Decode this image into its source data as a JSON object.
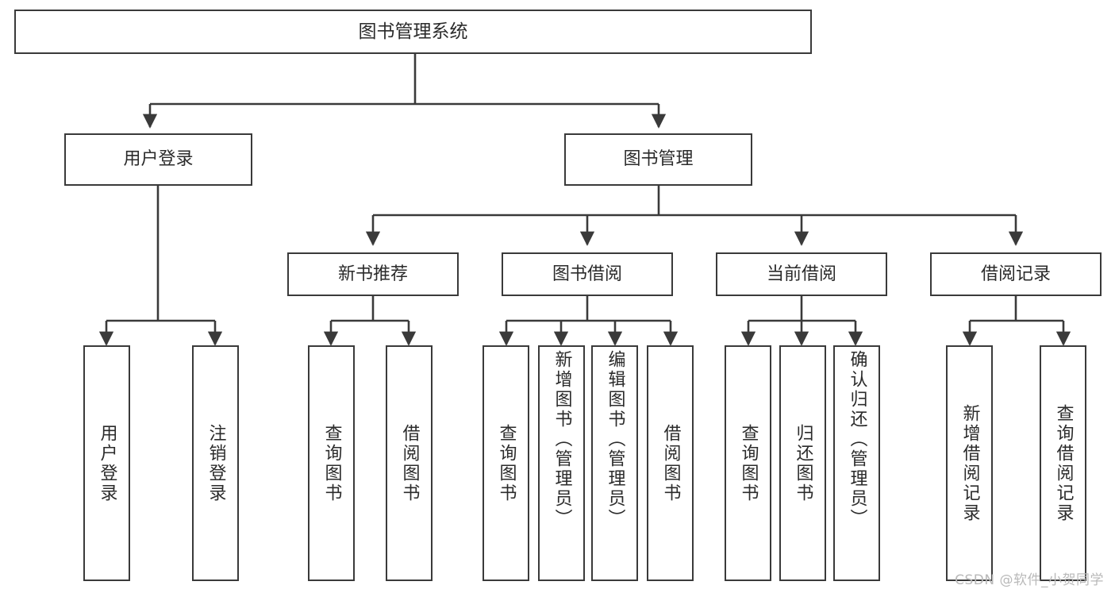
{
  "diagram": {
    "type": "tree",
    "title": "图书管理系统",
    "watermark": "CSDN @软件_小贺同学",
    "colors": {
      "box_border": "#3a3a3a",
      "box_fill": "#ffffff",
      "line": "#3a3a3a",
      "text": "#2b2b2b",
      "watermark": "#b9b9b9"
    },
    "root": {
      "label": "图书管理系统"
    },
    "level2": [
      {
        "label": "用户登录"
      },
      {
        "label": "图书管理"
      }
    ],
    "level3": [
      {
        "label": "新书推荐"
      },
      {
        "label": "图书借阅"
      },
      {
        "label": "当前借阅"
      },
      {
        "label": "借阅记录"
      }
    ],
    "leaves": {
      "user_login": [
        {
          "label": "用户登录"
        },
        {
          "label": "注销登录"
        }
      ],
      "new_book_recommend": [
        {
          "label": "查询图书"
        },
        {
          "label": "借阅图书"
        }
      ],
      "book_borrow": [
        {
          "label": "查询图书"
        },
        {
          "label": "新增图书（管理员）"
        },
        {
          "label": "编辑图书（管理员）"
        },
        {
          "label": "借阅图书"
        }
      ],
      "current_borrow": [
        {
          "label": "查询图书"
        },
        {
          "label": "归还图书"
        },
        {
          "label": "确认归还（管理员）"
        }
      ],
      "borrow_record": [
        {
          "label": "新增借阅记录"
        },
        {
          "label": "查询借阅记录"
        }
      ]
    }
  }
}
